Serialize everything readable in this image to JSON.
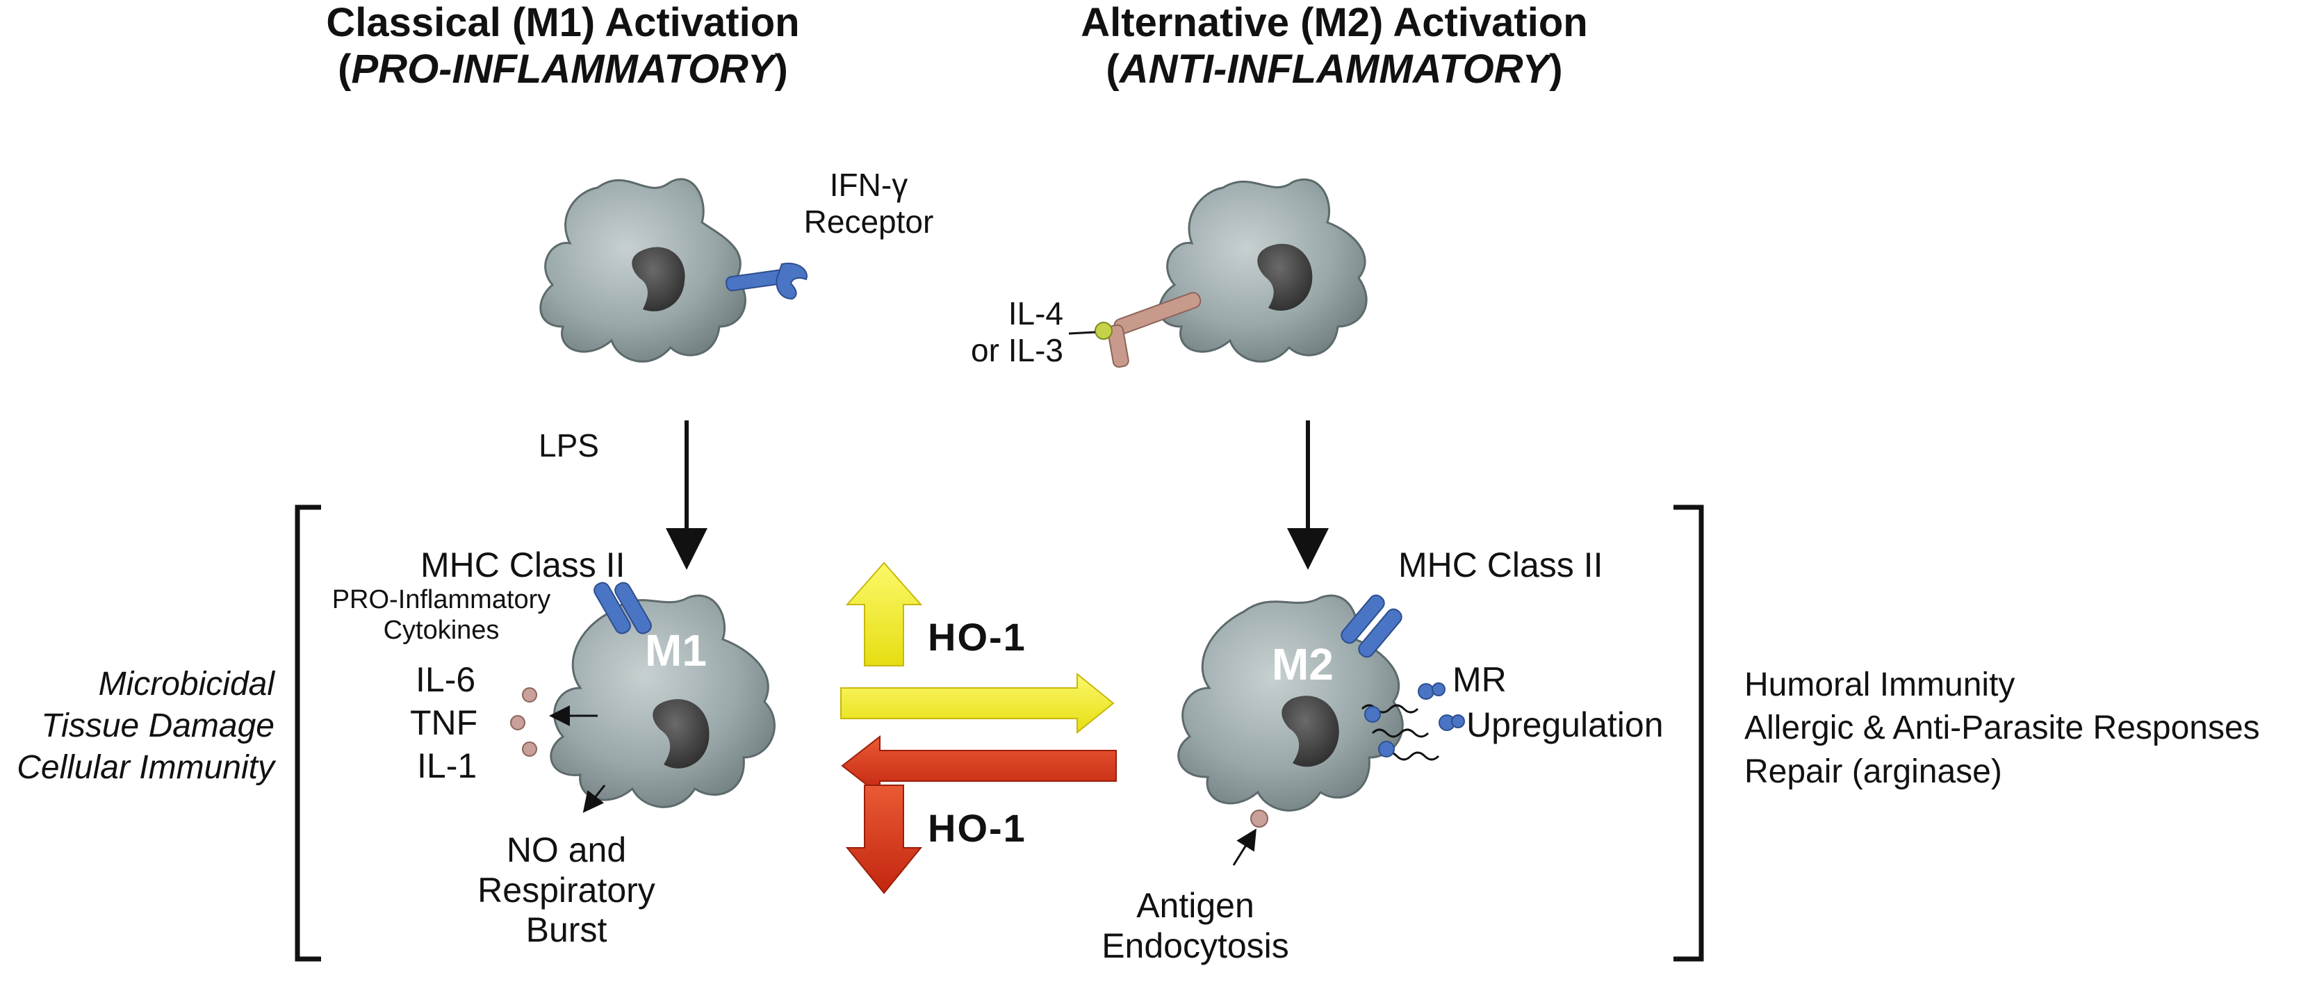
{
  "titles": {
    "m1_line1": "Classical (M1) Activation",
    "m1_line2": "PRO-INFLAMMATORY",
    "m2_line1": "Alternative (M2) Activation",
    "m2_line2": "ANTI-INFLAMMATORY"
  },
  "top_left": {
    "receptor_line1": "IFN-γ",
    "receptor_line2": "Receptor",
    "lps": "LPS"
  },
  "top_right": {
    "ligand_line1": "IL-4",
    "ligand_line2": "or IL-3"
  },
  "m1": {
    "cell_label": "M1",
    "mhc": "MHC Class II",
    "cytokines_line1": "PRO-Inflammatory",
    "cytokines_line2": "Cytokines",
    "il6": "IL-6",
    "tnf": "TNF",
    "il1": "IL-1",
    "no_line1": "NO and",
    "no_line2": "Respiratory",
    "no_line3": "Burst",
    "effects": [
      "Microbicidal",
      "Tissue Damage",
      "Cellular Immunity"
    ]
  },
  "m2": {
    "cell_label": "M2",
    "mhc": "MHC Class II",
    "mr_line1": "MR",
    "mr_line2": "Upregulation",
    "antigen_line1": "Antigen",
    "antigen_line2": "Endocytosis",
    "effects": [
      "Humoral Immunity",
      "Allergic & Anti-Parasite Responses",
      "Repair (arginase)"
    ]
  },
  "ho1": {
    "top": "HO-1",
    "bottom": "HO-1"
  },
  "colors": {
    "cell_fill": "#9aa8aa",
    "nucleus": "#3f3f3f",
    "receptor_blue": "#4a74c4",
    "il4_receptor": "#c89a8c",
    "ligand_green": "#c6d24a",
    "yellow_arrow": "#f4f02a",
    "red_arrow": "#d8321c",
    "cytokine_dot": "#c9a09a"
  }
}
